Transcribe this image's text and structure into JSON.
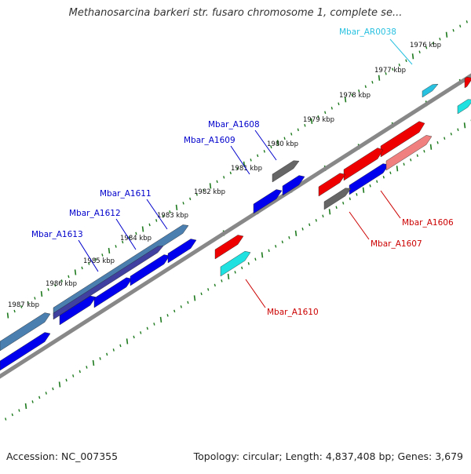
{
  "title": "Methanosarcina barkeri str. fusaro chromosome 1, complete se...",
  "footer": {
    "accession": "Accession: NC_007355",
    "summary": "Topology: circular; Length: 4,837,408 bp; Genes: 3,679"
  },
  "kbp_labels": [
    "1976 kbp",
    "1977 kbp",
    "1978 kbp",
    "1979 kbp",
    "1980 kbp",
    "1981 kbp",
    "1982 kbp",
    "1983 kbp",
    "1984 kbp",
    "1985 kbp",
    "1986 kbp",
    "1987 kbp"
  ],
  "gene_labels": [
    {
      "name": "Mbar_AR0038",
      "color": "#29c1e0"
    },
    {
      "name": "Mbar_A1608",
      "color": "#0000cc"
    },
    {
      "name": "Mbar_A1609",
      "color": "#0000cc"
    },
    {
      "name": "Mbar_A1611",
      "color": "#0000cc"
    },
    {
      "name": "Mbar_A1612",
      "color": "#0000cc"
    },
    {
      "name": "Mbar_A1613",
      "color": "#0000cc"
    },
    {
      "name": "Mbar_A1606",
      "color": "#cc0000"
    },
    {
      "name": "Mbar_A1607",
      "color": "#cc0000"
    },
    {
      "name": "Mbar_A1610",
      "color": "#cc0000"
    }
  ],
  "colors": {
    "forward_cds": "#0000ee",
    "reverse_cds": "#ee0000",
    "trna": "#29c1e0",
    "other": "#666666",
    "tick": "#1e7a1e",
    "backbone": "#888888"
  }
}
